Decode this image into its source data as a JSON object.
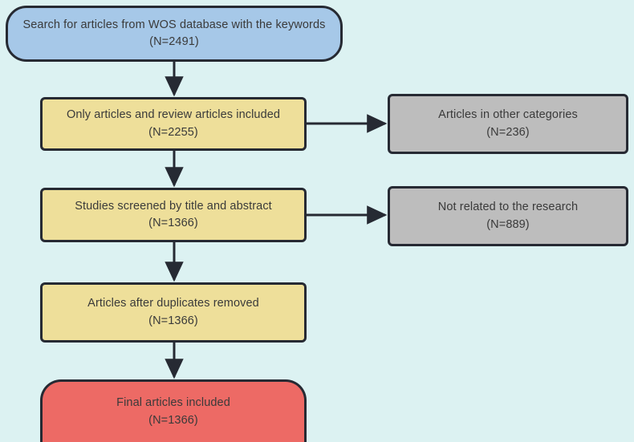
{
  "diagram": {
    "title": "PRISMA-style article selection flowchart",
    "background_color": "#dcf2f2",
    "stroke_color": "#262a33",
    "nodes": [
      {
        "id": "search",
        "shape": "terminal",
        "fill": "#a6c8e8",
        "line1": "Search for articles from WOS database with the keywords",
        "line2": "(N=2491)"
      },
      {
        "id": "included-types",
        "shape": "process",
        "fill": "#eedf9a",
        "line1": "Only articles and review articles included",
        "line2": "(N=2255)"
      },
      {
        "id": "other-categories",
        "shape": "process",
        "fill": "#bdbdbd",
        "line1": "Articles in other categories",
        "line2": "(N=236)"
      },
      {
        "id": "screened",
        "shape": "process",
        "fill": "#eedf9a",
        "line1": "Studies screened by title and abstract",
        "line2": "(N=1366)"
      },
      {
        "id": "not-related",
        "shape": "process",
        "fill": "#bdbdbd",
        "line1": "Not related to the research",
        "line2": "(N=889)"
      },
      {
        "id": "duplicates-removed",
        "shape": "process",
        "fill": "#eedf9a",
        "line1": "Articles after duplicates removed",
        "line2": "(N=1366)"
      },
      {
        "id": "final",
        "shape": "terminal",
        "fill": "#ed6a65",
        "line1": "Final articles included",
        "line2": "(N=1366)"
      }
    ]
  }
}
